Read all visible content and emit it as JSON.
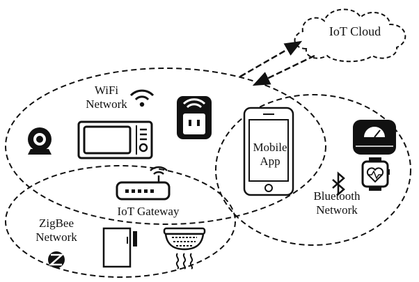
{
  "cloud": {
    "label": "IoT Cloud"
  },
  "networks": {
    "wifi": {
      "line1": "WiFi",
      "line2": "Network"
    },
    "zigbee": {
      "line1": "ZigBee",
      "line2": "Network"
    },
    "bluetooth": {
      "line1": "Bluetooth",
      "line2": "Network"
    }
  },
  "gateway": {
    "label": "IoT Gateway"
  },
  "mobile_app": {
    "line1": "Mobile",
    "line2": "App"
  },
  "icons": [
    "webcam-icon",
    "microwave-icon",
    "smart-plug-icon",
    "wifi-icon",
    "router-icon",
    "phone-icon",
    "scale-icon",
    "smartwatch-icon",
    "bluetooth-icon",
    "door-sensor-icon",
    "smoke-detector-icon",
    "zigbee-icon",
    "cloud-icon"
  ],
  "colors": {
    "ink": "#111111",
    "background": "#ffffff"
  }
}
